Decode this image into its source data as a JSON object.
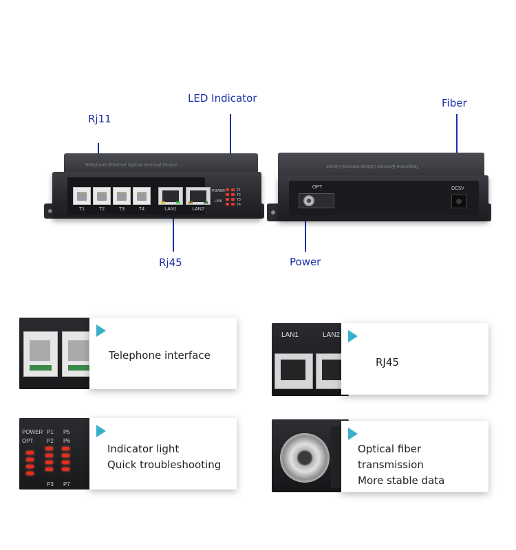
{
  "callouts": {
    "rj11": "Rj11",
    "led_indicator": "LED Indicator",
    "fiber": "Fiber",
    "rj45": "Rj45",
    "power": "Power"
  },
  "device_left": {
    "top_text": "Telephone Ethernet Optical terminal Device",
    "ports_rj11": [
      "T1",
      "T2",
      "T3",
      "T4"
    ],
    "ports_rj45": [
      "LAN1",
      "LAN2"
    ],
    "led_labels": {
      "power": "POWER",
      "link": "LINK",
      "t1": "T1",
      "t2": "T2",
      "t3": "T3",
      "t4": "T4"
    }
  },
  "device_right": {
    "top_text": "Telephone Ethernet Optical terminal Device",
    "opt_label": "OPT",
    "dc_label": "DC5V"
  },
  "features": [
    {
      "lines": [
        "Telephone interface"
      ]
    },
    {
      "lines": [
        "RJ45"
      ],
      "thumb_labels": [
        "LAN1",
        "LAN2"
      ]
    },
    {
      "lines": [
        "Indicator light",
        "Quick troubleshooting"
      ],
      "thumb_labels": [
        "POWER",
        "P1",
        "P5",
        "OPT",
        "P2",
        "P6",
        "P3",
        "P7"
      ]
    },
    {
      "lines": [
        "Optical fiber transmission",
        "More stable data"
      ]
    }
  ],
  "colors": {
    "callout": "#1a2ea8",
    "accent_triangle": "#3ab0c8",
    "led": "#e0301f"
  }
}
